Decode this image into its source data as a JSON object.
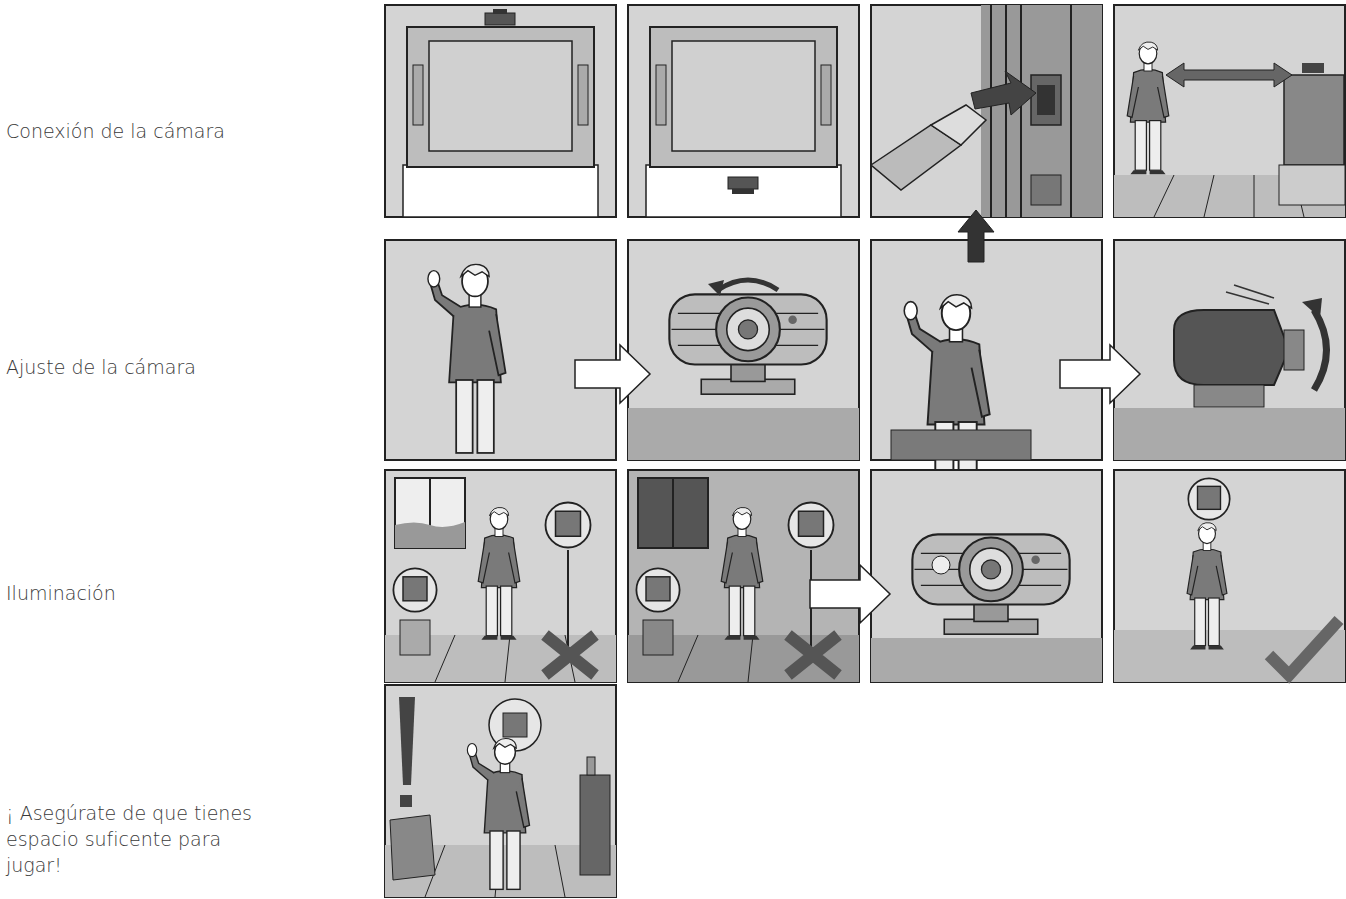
{
  "diagram": {
    "labels": [
      "Conexión de la cámara",
      "Ajuste de la cámara",
      "Iluminación",
      "¡ Asegúrate de que tienes espacio suficente para jugar!"
    ]
  }
}
